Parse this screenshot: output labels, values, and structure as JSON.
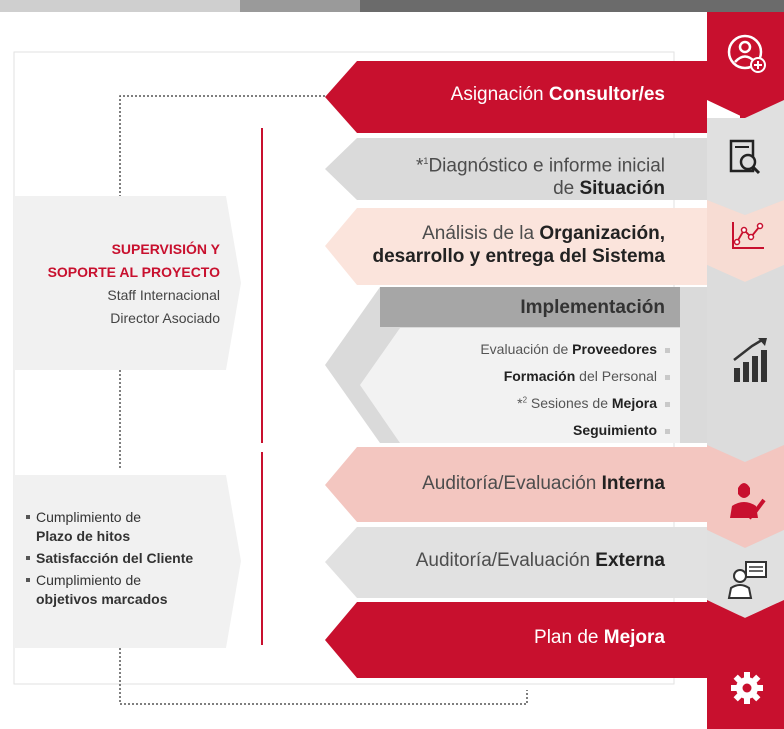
{
  "supervision": {
    "title_line1": "SUPERVISIÓN Y",
    "title_line2": "SOPORTE AL PROYECTO",
    "line3": "Staff Internacional",
    "line4": "Director Asociado"
  },
  "objectives": {
    "item1_a": "Cumplimiento de",
    "item1_b": "Plazo de hitos",
    "item2": "Satisfacción del Cliente",
    "item3_a": "Cumplimiento de",
    "item3_b": "objetivos marcados"
  },
  "steps": {
    "s1": {
      "text": "Asignación ",
      "bold": "Consultor/es"
    },
    "s2": {
      "mark": "*",
      "sup": "1",
      "line1": "Diagnóstico e informe inicial",
      "line2": "de ",
      "bold": "Situación"
    },
    "s3": {
      "line1": "Análisis de la ",
      "bold1": "Organización,",
      "bold2": "desarrollo y entrega del Sistema"
    },
    "s4": {
      "title": "Implementación",
      "sub1_text": "Evaluación de ",
      "sub1_bold": "Proveedores",
      "sub2_bold": "Formación",
      "sub2_text": " del Personal",
      "sub3_mark": "*",
      "sub3_sup": "2",
      "sub3_text": " Sesiones de ",
      "sub3_bold": "Mejora",
      "sub4_bold": "Seguimiento"
    },
    "s5": {
      "text": "Auditoría/Evaluación ",
      "bold": "Interna"
    },
    "s6": {
      "text": "Auditoría/Evaluación ",
      "bold": "Externa"
    },
    "s7": {
      "text": "Plan de ",
      "bold": "Mejora"
    }
  },
  "icons": [
    "user-add-icon",
    "document-search-icon",
    "line-chart-icon",
    "bar-chart-growth-icon",
    "consultant-writing-icon",
    "presenter-board-icon",
    "gear-icon"
  ],
  "colors": {
    "red": "#c8102e",
    "grey": "#dadada",
    "light_pink": "#fbe4dc",
    "pink": "#f3c6c0",
    "dark_grey": "#a6a6a6"
  }
}
